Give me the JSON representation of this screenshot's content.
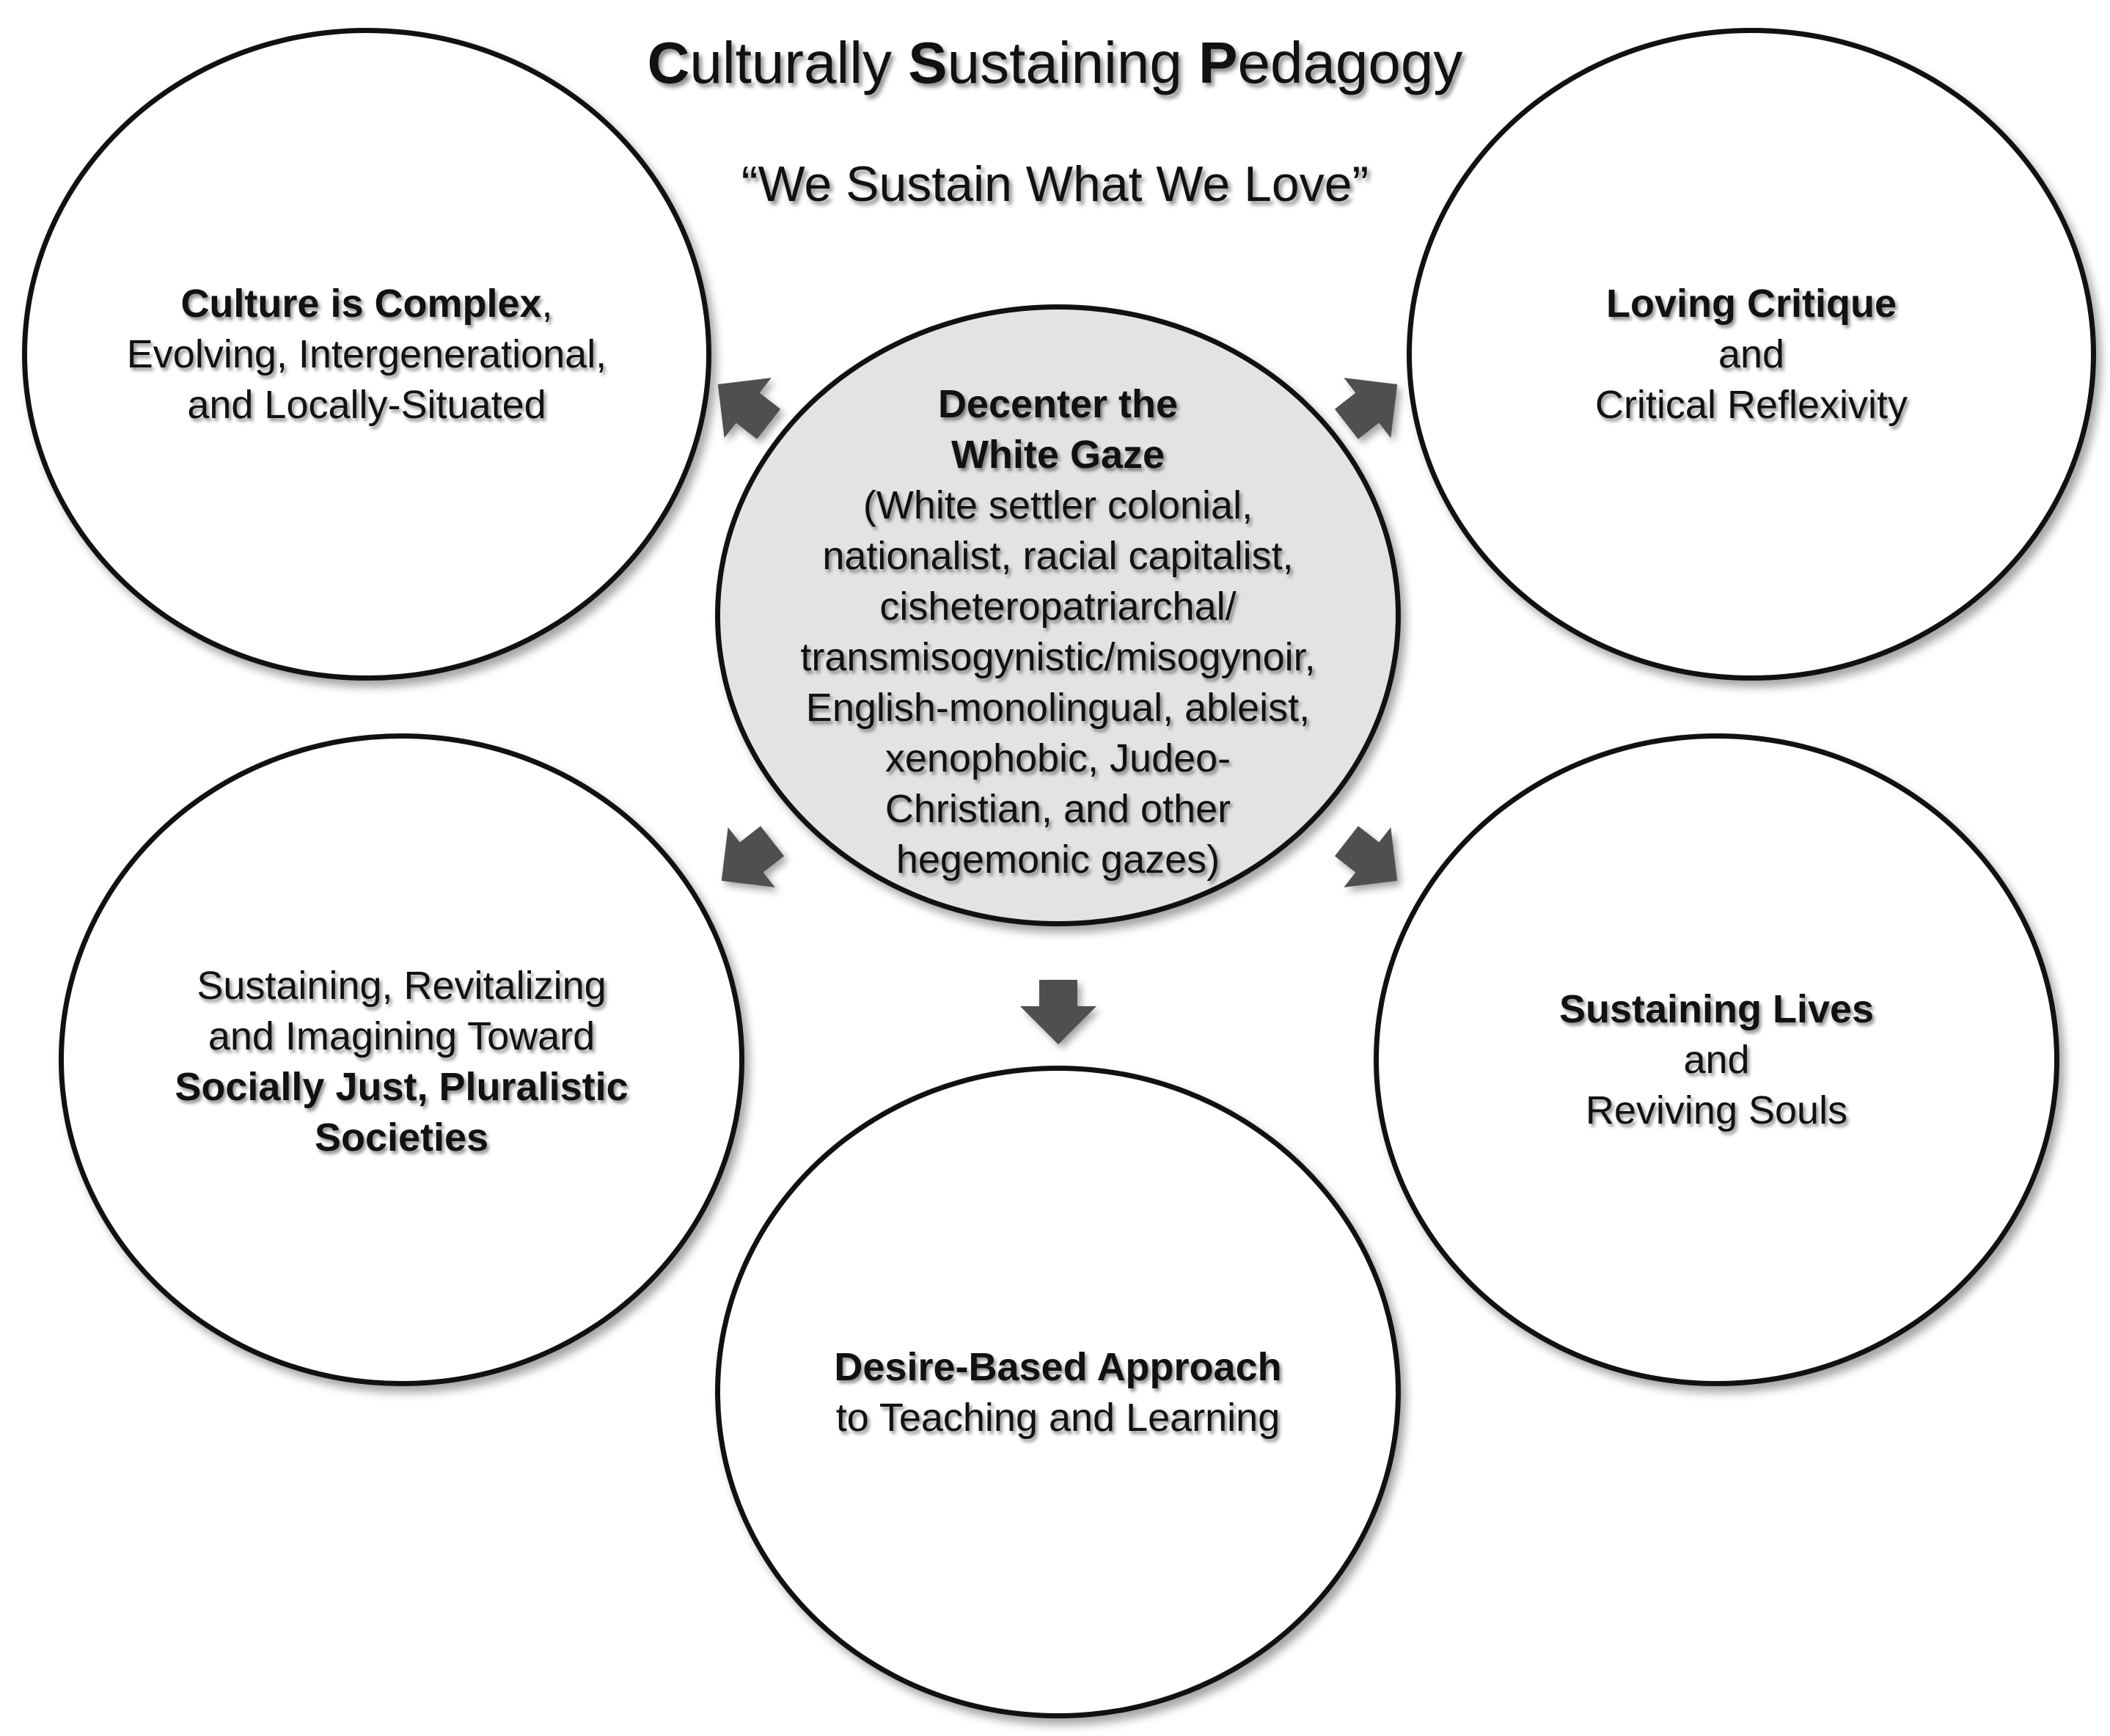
{
  "title": {
    "c1": "C",
    "r1": "ulturally ",
    "c2": "S",
    "r2": "ustaining ",
    "c3": "P",
    "r3": "edagogy"
  },
  "subtitle": "“We Sustain What We Love”",
  "center": {
    "bold_line1": "Decenter the",
    "bold_line2": "White Gaze",
    "lines": [
      "(White settler colonial,",
      "nationalist, racial capitalist,",
      "cisheteropatriarchal/",
      "transmisogynistic/misogynoir,",
      "English-monolingual, ableist,",
      "xenophobic, Judeo-",
      "Christian, and other",
      "hegemonic gazes)"
    ]
  },
  "culture": {
    "bold": "Culture is Complex",
    "comma": ",",
    "line2": "Evolving, Intergenerational,",
    "line3": "and Locally-Situated"
  },
  "critique": {
    "bold": "Loving Critique",
    "line2": "and",
    "line3": "Critical Reflexivity"
  },
  "societies": {
    "line1": "Sustaining, Revitalizing",
    "line2": "and Imagining Toward",
    "bold1": "Socially Just, Pluralistic",
    "bold2": "Societies"
  },
  "lives": {
    "bold": "Sustaining Lives",
    "line2": "and",
    "line3": "Reviving Souls"
  },
  "desire": {
    "bold": "Desire-Based Approach",
    "line2": "to Teaching and Learning"
  },
  "colors": {
    "circle_stroke": "#111111",
    "center_fill": "#e3e3e3",
    "arrow_fill": "#505050"
  }
}
